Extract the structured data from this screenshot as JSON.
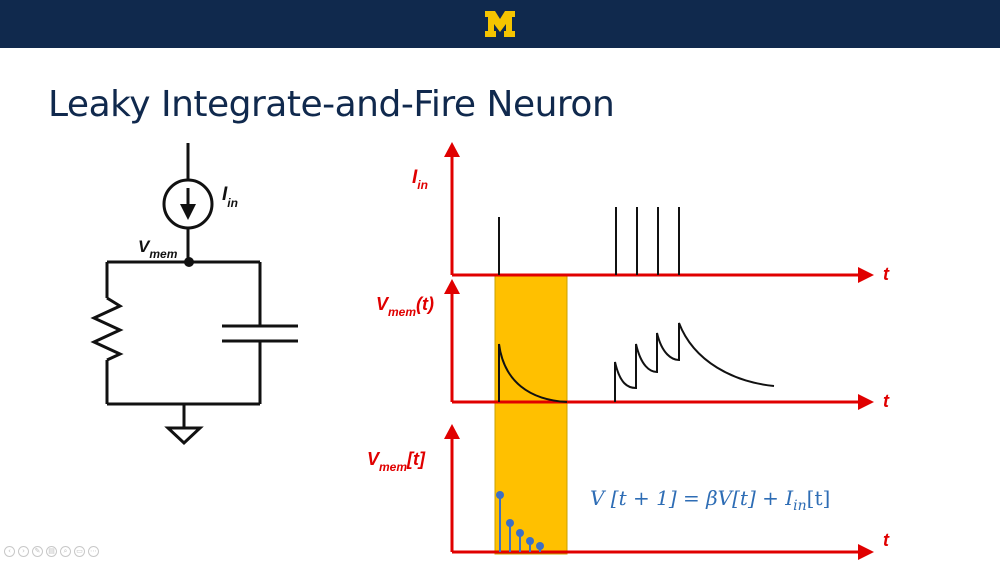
{
  "slide": {
    "title": "Leaky Integrate-and-Fire Neuron"
  },
  "branding": {
    "logo_text": "M",
    "bar_color": "#10294d",
    "logo_color": "#f5c400"
  },
  "circuit": {
    "current_label": {
      "main": "I",
      "sub": "in"
    },
    "node_label": {
      "main": "V",
      "sub": "mem"
    }
  },
  "plots": {
    "input_current": {
      "ylabel_main": "I",
      "ylabel_sub": "in",
      "xlabel": "t"
    },
    "membrane_continuous": {
      "ylabel_main": "V",
      "ylabel_sub": "mem",
      "ylabel_suffix": "(t)",
      "xlabel": "t"
    },
    "membrane_discrete": {
      "ylabel_main": "V",
      "ylabel_sub": "mem",
      "ylabel_suffix": "[t]",
      "xlabel": "t"
    },
    "axis_color": "#e00000",
    "highlight_color": "#ffc000",
    "stem_color": "#3d6fc4"
  },
  "equation": {
    "lhs": "V [t + 1] = βV[t] + ",
    "current_main": "I",
    "current_sub": "in",
    "rhs_end": "[t]"
  },
  "controls": {
    "icons": [
      "prev-icon",
      "next-icon",
      "pen-icon",
      "slides-icon",
      "zoom-icon",
      "subtitles-icon",
      "more-icon"
    ],
    "glyphs": [
      "‹",
      "›",
      "✎",
      "▤",
      "⌕",
      "▭",
      "⋯"
    ]
  }
}
